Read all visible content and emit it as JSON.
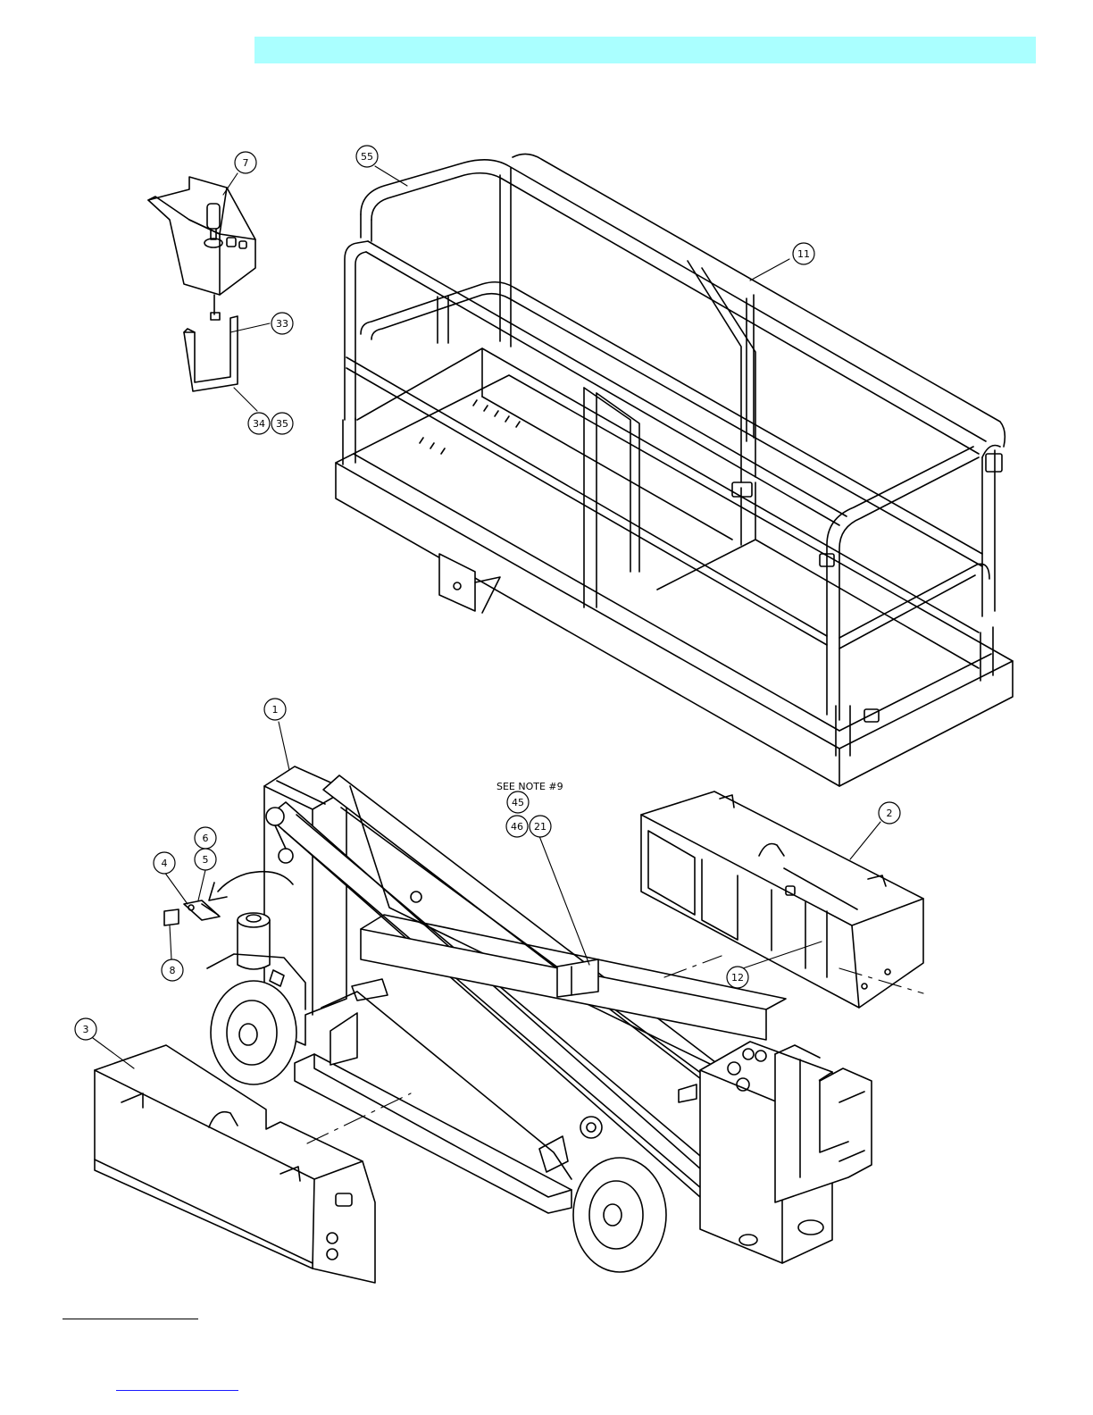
{
  "callouts": [
    {
      "id": "c7",
      "label": "7"
    },
    {
      "id": "c55",
      "label": "55"
    },
    {
      "id": "c11",
      "label": "11"
    },
    {
      "id": "c33",
      "label": "33"
    },
    {
      "id": "c34",
      "label": "34"
    },
    {
      "id": "c35",
      "label": "35"
    },
    {
      "id": "c1",
      "label": "1"
    },
    {
      "id": "c45",
      "label": "45"
    },
    {
      "id": "c46",
      "label": "46"
    },
    {
      "id": "c21",
      "label": "21"
    },
    {
      "id": "c2",
      "label": "2"
    },
    {
      "id": "c6",
      "label": "6"
    },
    {
      "id": "c4",
      "label": "4"
    },
    {
      "id": "c5",
      "label": "5"
    },
    {
      "id": "c8",
      "label": "8"
    },
    {
      "id": "c12",
      "label": "12"
    },
    {
      "id": "c3",
      "label": "3"
    }
  ],
  "note": "SEE NOTE #9",
  "colors": {
    "header_band": "#aaffff",
    "ink": "#000000",
    "footer_link": "#1a1aff"
  }
}
